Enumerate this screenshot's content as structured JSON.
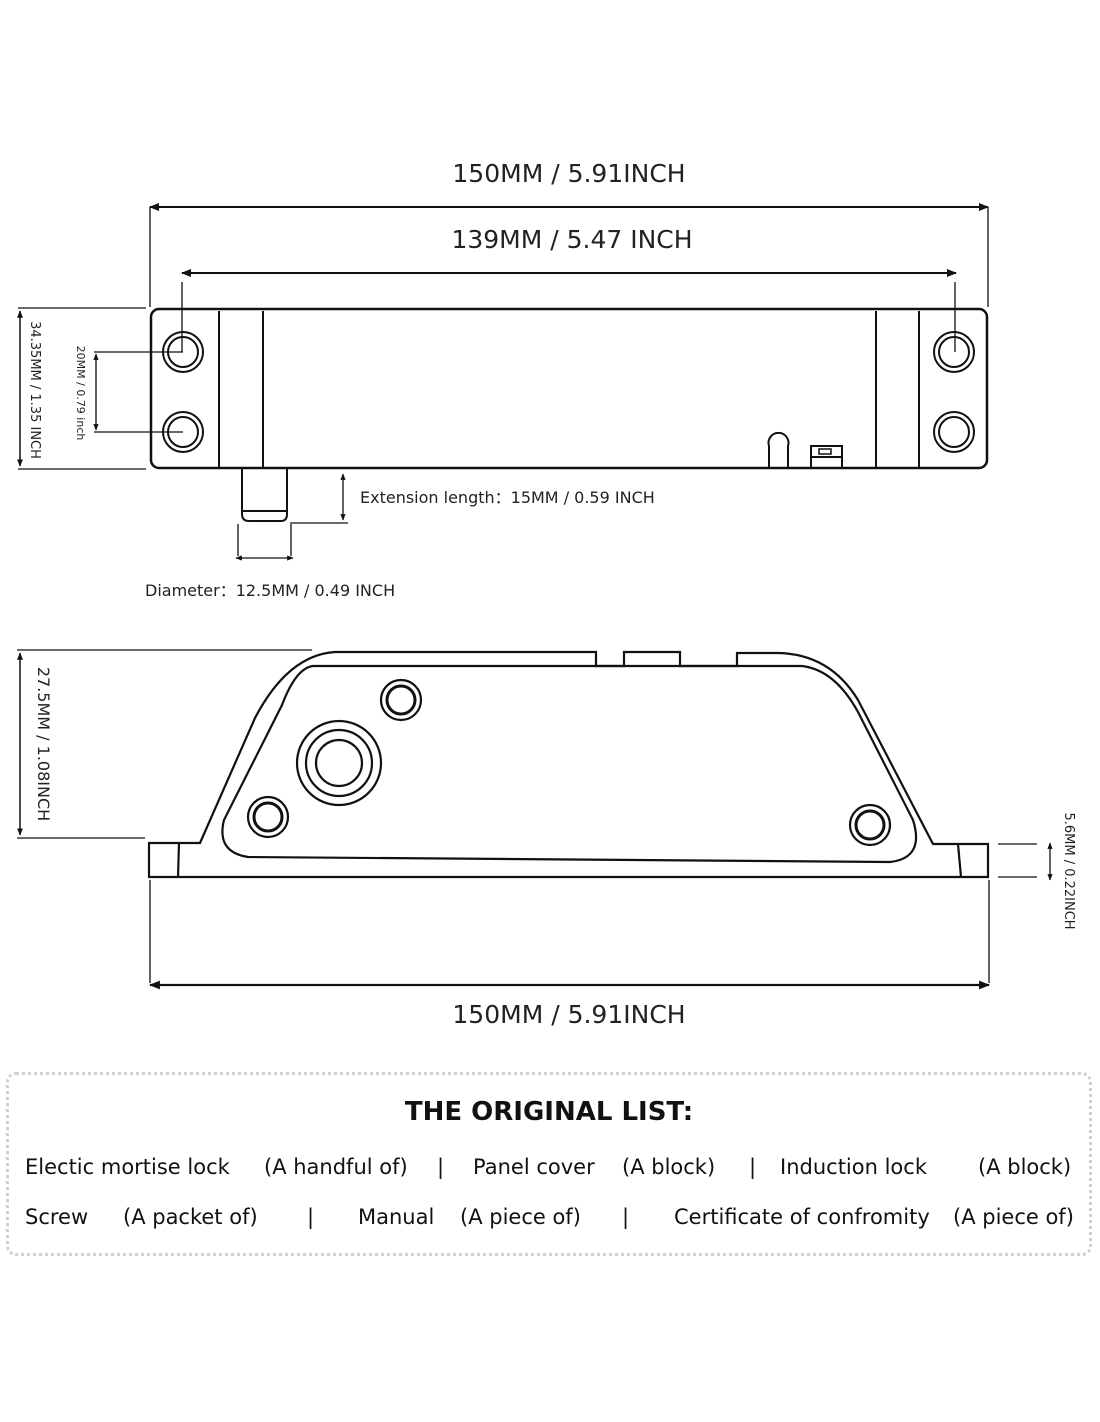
{
  "top_view": {
    "overall_length": "150MM / 5.91INCH",
    "hole_spacing": "139MM / 5.47 INCH",
    "height": "34.35MM / 1.35 INCH",
    "hole_pitch": "20MM / 0.79 inch",
    "extension": "Extension length：15MM / 0.59 INCH",
    "diameter": "Diameter：12.5MM / 0.49  INCH"
  },
  "side_view": {
    "height": "27.5MM / 1.08INCH",
    "base_thickness": "5.6MM / 0.22INCH",
    "overall_length": "150MM / 5.91INCH"
  },
  "package_list": {
    "title": "THE ORIGINAL LIST:",
    "separator": "|",
    "rows": [
      [
        {
          "item": "Electic mortise lock",
          "qty": "(A handful of)"
        },
        {
          "item": "Panel cover",
          "qty": "(A block)"
        },
        {
          "item": "Induction lock",
          "qty": "(A block)"
        }
      ],
      [
        {
          "item": "Screw",
          "qty": "(A packet of)"
        },
        {
          "item": "Manual",
          "qty": "(A piece of)"
        },
        {
          "item": "Certificate of confromity",
          "qty": "(A piece of)"
        }
      ]
    ]
  },
  "colors": {
    "line": "#111111",
    "box_border": "#cfcfcf",
    "background": "#ffffff"
  }
}
